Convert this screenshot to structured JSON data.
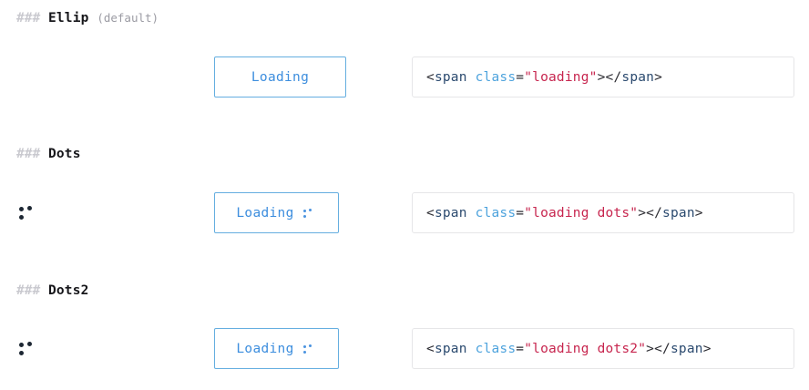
{
  "page": {
    "background": "#ffffff",
    "accent_blue": "#3d8ede",
    "border_blue": "#65aee0",
    "code_border": "#e6e6e8",
    "string_red": "#c7254e",
    "attr_blue": "#4ea3dd",
    "tag_navy": "#2b4a6f",
    "hash_gray": "#c9c9cf",
    "note_gray": "#9b9ba3"
  },
  "sections": [
    {
      "hash": "###",
      "title": "Ellip",
      "note": "(default)",
      "has_margin_dots": false,
      "button": {
        "label": "Loading",
        "has_inline_dots": false
      },
      "code": {
        "open_tag_lt": "<",
        "open_tag_name": "span",
        "attr_name": "class",
        "equals": "=",
        "value": "\"loading\"",
        "close_bracket": ">",
        "close_tag": "</",
        "close_tag_name": "span",
        "close_tag_gt": ">",
        "full": "<span class=\"loading\"></span>"
      }
    },
    {
      "hash": "###",
      "title": "Dots",
      "note": "",
      "has_margin_dots": true,
      "button": {
        "label": "Loading",
        "has_inline_dots": true
      },
      "code": {
        "open_tag_lt": "<",
        "open_tag_name": "span",
        "attr_name": "class",
        "equals": "=",
        "value": "\"loading dots\"",
        "close_bracket": ">",
        "close_tag": "</",
        "close_tag_name": "span",
        "close_tag_gt": ">",
        "full": "<span class=\"loading dots\"></span>"
      }
    },
    {
      "hash": "###",
      "title": "Dots2",
      "note": "",
      "has_margin_dots": true,
      "button": {
        "label": "Loading",
        "has_inline_dots": true
      },
      "code": {
        "open_tag_lt": "<",
        "open_tag_name": "span",
        "attr_name": "class",
        "equals": "=",
        "value": "\"loading dots2\"",
        "close_bracket": ">",
        "close_tag": "</",
        "close_tag_name": "span",
        "close_tag_gt": ">",
        "full": "<span class=\"loading dots2\"></span>"
      }
    }
  ]
}
